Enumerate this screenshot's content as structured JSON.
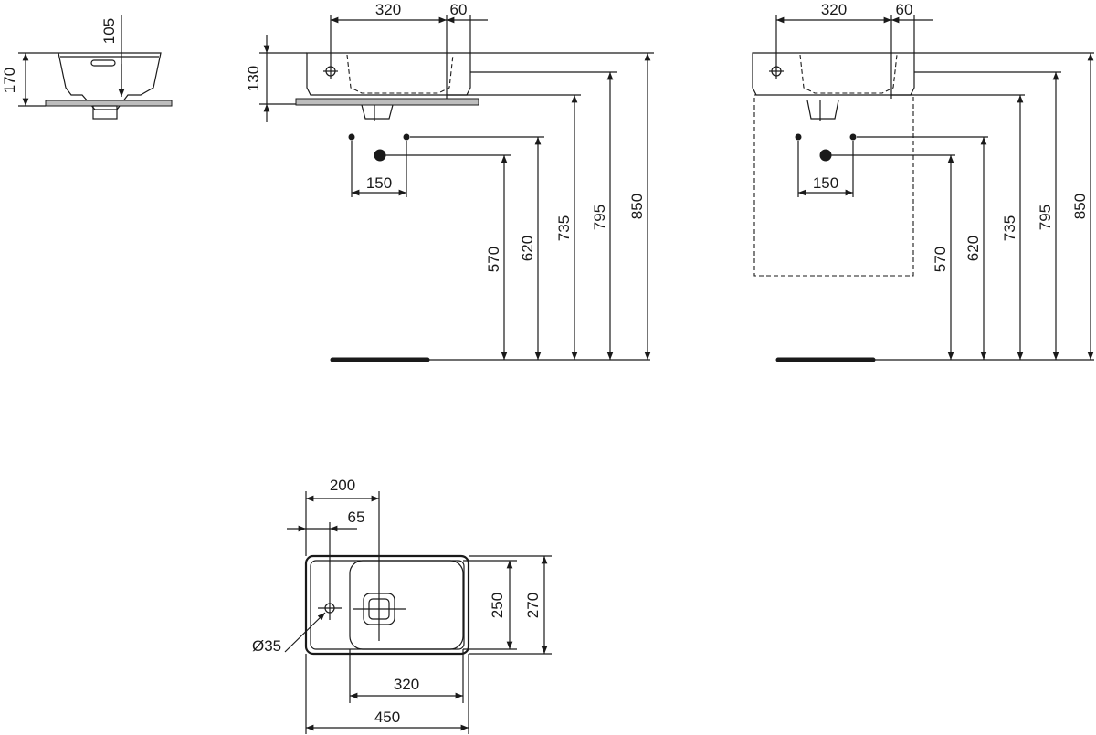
{
  "side_view": {
    "height": "170",
    "depth": "105"
  },
  "front_view_left": {
    "dims_top": [
      "320",
      "60"
    ],
    "height_left": "130",
    "tap_spacing": "150",
    "heights": [
      "570",
      "620",
      "735",
      "795",
      "850"
    ]
  },
  "front_view_right": {
    "dims_top": [
      "320",
      "60"
    ],
    "tap_spacing": "150",
    "heights": [
      "570",
      "620",
      "735",
      "795",
      "850"
    ]
  },
  "top_view": {
    "dims_top": [
      "200",
      "65"
    ],
    "dims_right": [
      "250",
      "270"
    ],
    "dims_bottom": [
      "320",
      "450"
    ],
    "hole_diameter": "Ø35"
  }
}
